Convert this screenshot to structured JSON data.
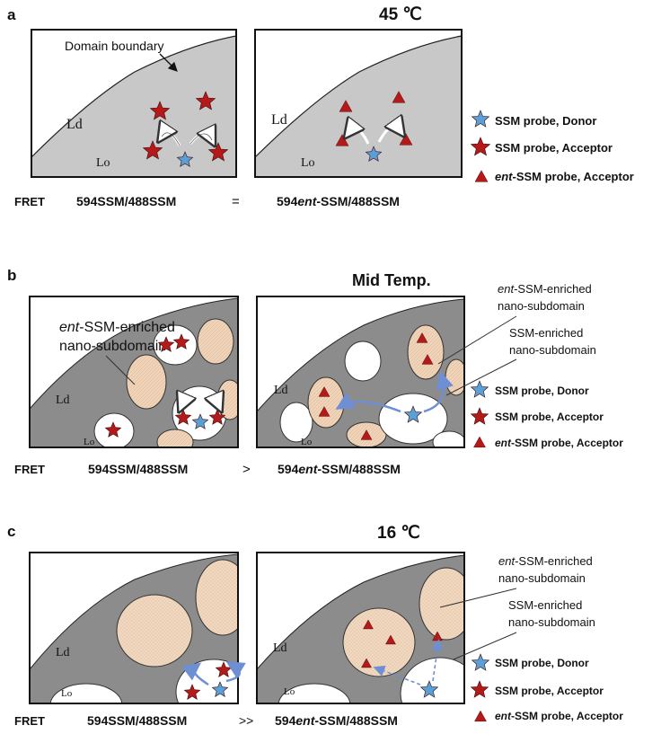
{
  "panels": [
    {
      "letter": "a",
      "temperature": "45 ℃",
      "domain_boundary": "Domain boundary",
      "ld": "Ld",
      "lo": "Lo",
      "fret": "FRET",
      "left_ratio": "594SSM/488SSM",
      "relation": "=",
      "right_ratio_prefix": "594",
      "right_ratio_ent": "ent",
      "right_ratio_suffix": "-SSM/488SSM",
      "legend": [
        {
          "icon": "blue-star-icon",
          "prefix": "",
          "text": "SSM probe, Donor"
        },
        {
          "icon": "red-star-icon",
          "prefix": "",
          "text": "SSM probe, Acceptor"
        },
        {
          "icon": "red-triangle-icon",
          "prefix": "ent",
          "text": "-SSM probe, Acceptor"
        }
      ]
    },
    {
      "letter": "b",
      "temperature": "Mid Temp.",
      "left_note_ent": "ent",
      "left_note_line1": "-SSM-enriched",
      "left_note_line2": "nano-subdomain",
      "right_note1_ent": "ent",
      "right_note1_line1": "-SSM-enriched",
      "right_note1_line2": "nano-subdomain",
      "right_note2_line1": "SSM-enriched",
      "right_note2_line2": "nano-subdomain",
      "ld": "Ld",
      "lo": "Lo",
      "fret": "FRET",
      "left_ratio": "594SSM/488SSM",
      "relation": ">",
      "right_ratio_prefix": "594",
      "right_ratio_ent": "ent",
      "right_ratio_suffix": "-SSM/488SSM",
      "legend": [
        {
          "icon": "blue-star-icon",
          "prefix": "",
          "text": "SSM probe, Donor"
        },
        {
          "icon": "red-star-icon",
          "prefix": "",
          "text": "SSM probe, Acceptor"
        },
        {
          "icon": "red-triangle-icon",
          "prefix": "ent",
          "text": "-SSM probe, Acceptor"
        }
      ]
    },
    {
      "letter": "c",
      "temperature": "16 ℃",
      "right_note1_ent": "ent",
      "right_note1_line1": "-SSM-enriched",
      "right_note1_line2": "nano-subdomain",
      "right_note2_line1": "SSM-enriched",
      "right_note2_line2": "nano-subdomain",
      "ld": "Ld",
      "lo": "Lo",
      "fret": "FRET",
      "left_ratio": "594SSM/488SSM",
      "relation": ">>",
      "right_ratio_prefix": "594",
      "right_ratio_ent": "ent",
      "right_ratio_suffix": "-SSM/488SSM",
      "legend": [
        {
          "icon": "blue-star-icon",
          "prefix": "",
          "text": "SSM probe, Donor"
        },
        {
          "icon": "red-star-icon",
          "prefix": "",
          "text": "SSM probe, Acceptor"
        },
        {
          "icon": "red-triangle-icon",
          "prefix": "ent",
          "text": "-SSM probe, Acceptor"
        }
      ]
    }
  ],
  "colors": {
    "gray_domain": "#8c8c8c",
    "light_gray": "#c8c8c8",
    "peach": "#f1d5bb",
    "star_red": "#b51a1a",
    "star_blue": "#5a9fd6",
    "arrow_blue": "#6f8fd4"
  }
}
